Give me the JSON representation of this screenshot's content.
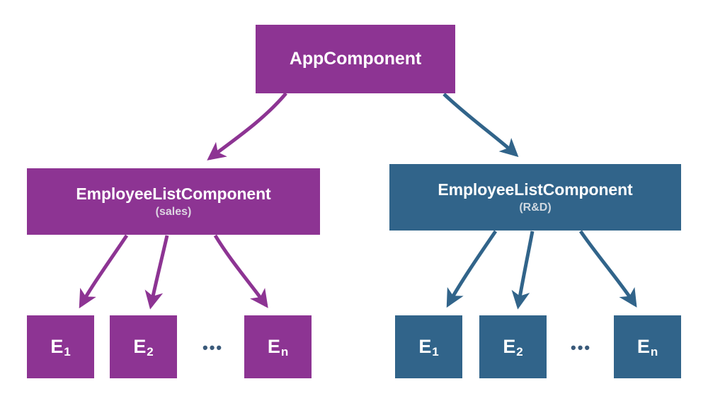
{
  "diagram": {
    "title": "Angular component tree with two EmployeeListComponent branches",
    "colors": {
      "purple": "#8d3493",
      "blue": "#31648a",
      "node_text": "#ffffff",
      "sub_text_purple": "#ddd6e2",
      "sub_text_blue": "#cfd8e0",
      "ellipsis": "#3a5a7a",
      "background": "#ffffff"
    },
    "root": {
      "label": "AppComponent"
    },
    "branches": [
      {
        "id": "sales",
        "label": "EmployeeListComponent",
        "sublabel": "(sales)",
        "color": "#8d3493",
        "leaves": [
          {
            "base": "E",
            "sub": "1"
          },
          {
            "base": "E",
            "sub": "2"
          },
          {
            "base": "E",
            "sub": "n"
          }
        ],
        "ellipsis": "•••"
      },
      {
        "id": "rnd",
        "label": "EmployeeListComponent",
        "sublabel": "(R&D)",
        "color": "#31648a",
        "leaves": [
          {
            "base": "E",
            "sub": "1"
          },
          {
            "base": "E",
            "sub": "2"
          },
          {
            "base": "E",
            "sub": "n"
          }
        ],
        "ellipsis": "•••"
      }
    ]
  }
}
